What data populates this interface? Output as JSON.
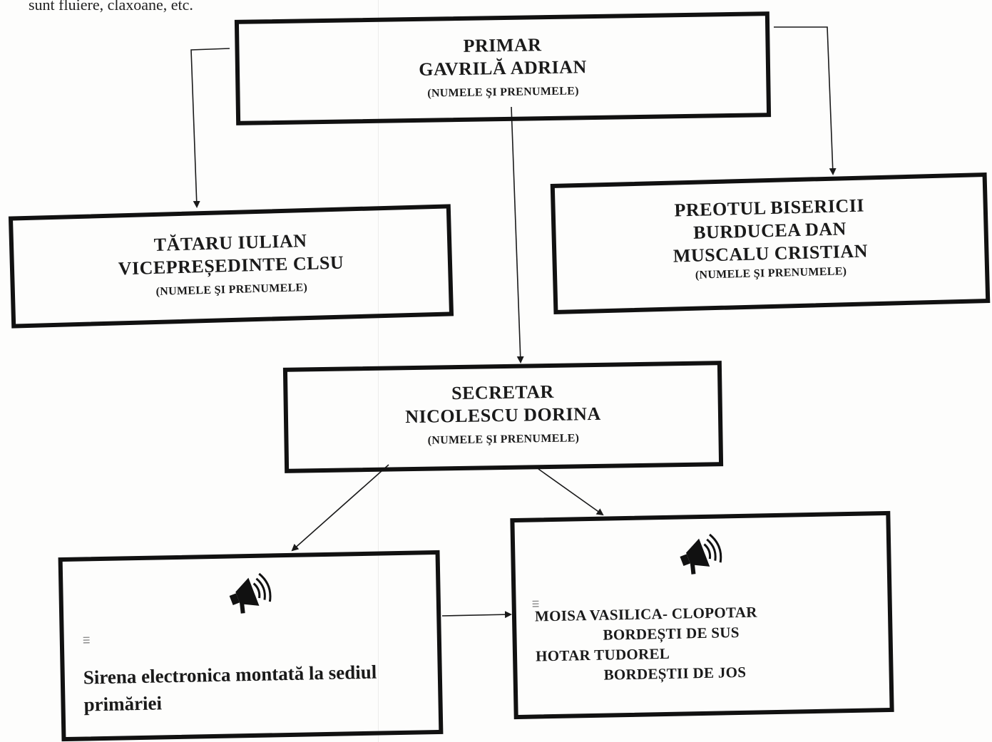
{
  "header_fragment": "sunt fluiere, claxoane, etc.",
  "nodes": {
    "primar": {
      "title": "PRIMAR",
      "name": "GAVRILĂ ADRIAN",
      "note": "(NUMELE ŞI PRENUMELE)"
    },
    "vicepresedinte": {
      "name": "TĂTARU IULIAN",
      "role": "VICEPREȘEDINTE CLSU",
      "note": "(NUMELE ŞI PRENUMELE)"
    },
    "preot": {
      "title": "PREOTUL BISERICII",
      "name_1": "BURDUCEA DAN",
      "name_2": "MUSCALU  CRISTIAN",
      "note": "(NUMELE ŞI PRENUMELE)"
    },
    "secretar": {
      "title": "SECRETAR",
      "name": "NICOLESCU DORINA",
      "note": "(NUMELE ŞI PRENUMELE)"
    },
    "sirena": {
      "icon": "megaphone-icon",
      "text": "Sirena electronica montată la sediul primăriei"
    },
    "clopotari": {
      "icon": "megaphone-icon",
      "line_1": "MOISA  VASILICA- CLOPOTAR",
      "line_2": "BORDEȘTI DE SUS",
      "line_3": "HOTAR TUDOREL",
      "line_4": "BORDEȘTII DE JOS"
    }
  },
  "edges": [
    {
      "from": "primar",
      "to": "vicepresedinte"
    },
    {
      "from": "primar",
      "to": "preot"
    },
    {
      "from": "primar",
      "to": "secretar"
    },
    {
      "from": "secretar",
      "to": "sirena"
    },
    {
      "from": "secretar",
      "to": "clopotari"
    },
    {
      "from": "sirena",
      "to": "clopotari"
    }
  ]
}
